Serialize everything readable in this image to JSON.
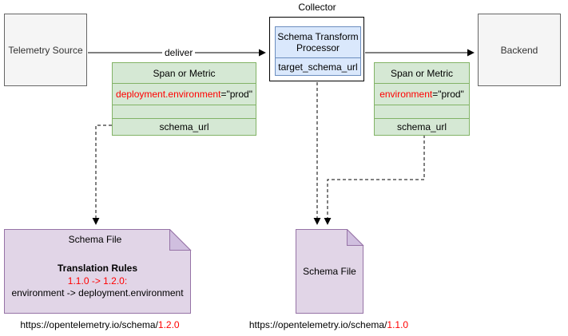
{
  "nodes": {
    "telemetry_source": {
      "label": "Telemetry Source"
    },
    "backend": {
      "label": "Backend"
    },
    "collector": {
      "title": "Collector",
      "processor_label": "Schema Transform Processor",
      "row": "target_schema_url"
    },
    "deliver_arrow": {
      "label": "deliver"
    },
    "span_left": {
      "header": "Span or Metric",
      "attribute_key": "deployment.environment",
      "attribute_value": "=\"prod\"",
      "schema_row": "schema_url"
    },
    "span_right": {
      "header": "Span or Metric",
      "attribute_key": "environment",
      "attribute_value": "=\"prod\"",
      "schema_row": "schema_url"
    },
    "schema_file_left": {
      "title": "Schema File",
      "rules_heading": "Translation Rules",
      "version_mapping": "1.1.0 -> 1.2.0:",
      "rule": "environment -> deployment.environment",
      "url_base": "https://opentelemetry.io/schema/",
      "url_version": "1.2.0"
    },
    "schema_file_mid": {
      "title": "Schema File",
      "url_base": "https://opentelemetry.io/schema/",
      "url_version": "1.1.0"
    }
  },
  "colors": {
    "node_fill": "#f5f5f5",
    "node_border": "#666666",
    "table_fill": "#d5e8d4",
    "table_border": "#82b366",
    "processor_fill": "#dae8fc",
    "processor_border": "#6c8ebf",
    "schema_fill": "#e1d5e7",
    "schema_fold_fill": "#d0bfdf",
    "schema_border": "#9673a6",
    "highlight_text": "#ff0000"
  }
}
